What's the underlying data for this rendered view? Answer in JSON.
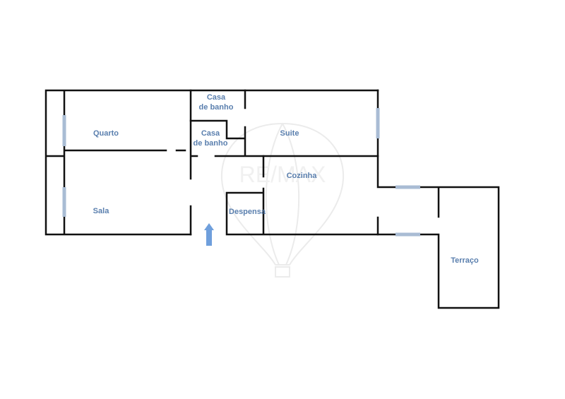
{
  "rooms": {
    "quarto": "Quarto",
    "sala": "Sala",
    "casa_banho_1": [
      "Casa",
      "de banho"
    ],
    "casa_banho_2": [
      "Casa",
      "de banho"
    ],
    "suite": "Suite",
    "cozinha": "Cozinha",
    "despensa": "Despensa",
    "terraco": "Terraço"
  },
  "watermark": "RE/MAX",
  "colors": {
    "wall": "#111111",
    "window": "#a9bcd4",
    "label": "#5a7fae",
    "arrow": "#6f9fdc"
  }
}
